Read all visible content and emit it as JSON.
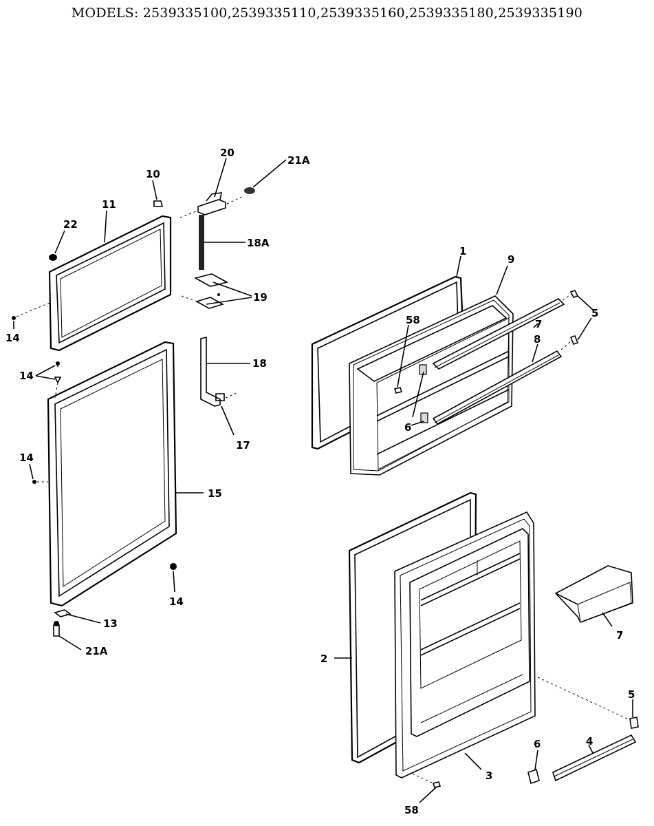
{
  "header": {
    "models_title": "MODELS: 2539335100,2539335110,2539335160,2539335180,2539335190"
  },
  "callouts": {
    "c20": "20",
    "c21a_top": "21A",
    "c10": "10",
    "c11": "11",
    "c22": "22",
    "c18a": "18A",
    "c19": "19",
    "c14_a": "14",
    "c14_b": "14",
    "c14_c": "14",
    "c14_d": "14",
    "c18": "18",
    "c17": "17",
    "c15": "15",
    "c13": "13",
    "c21a_bot": "21A",
    "c1": "1",
    "c9": "9",
    "c5_top": "5",
    "c58_top": "58",
    "c7_top": "7",
    "c8": "8",
    "c6_top": "6",
    "c2": "2",
    "c7_bot": "7",
    "c5_bot": "5",
    "c6_bot": "6",
    "c4": "4",
    "c3": "3",
    "c58_bot": "58"
  }
}
